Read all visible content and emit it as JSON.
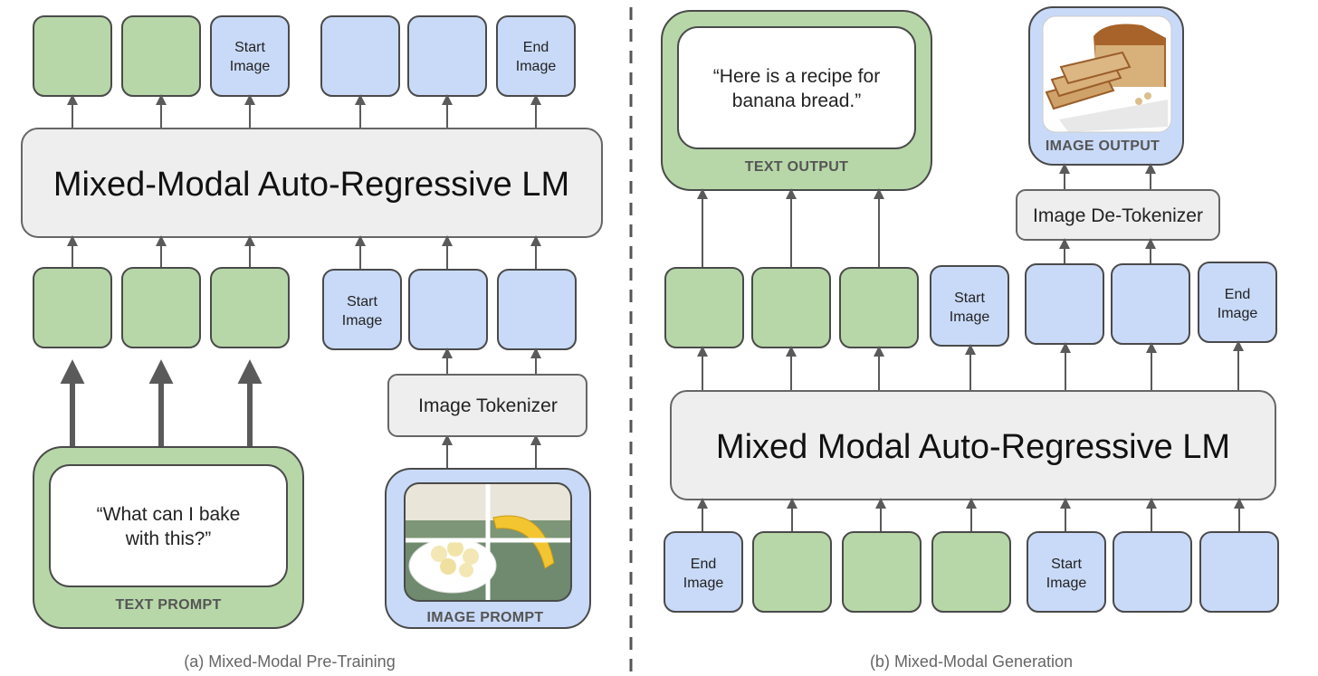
{
  "left": {
    "output_tokens": [
      {
        "color": "green",
        "text": ""
      },
      {
        "color": "green",
        "text": ""
      },
      {
        "color": "blue",
        "line1": "Start",
        "line2": "Image"
      },
      {
        "color": "blue",
        "text": ""
      },
      {
        "color": "blue",
        "text": ""
      },
      {
        "color": "blue",
        "line1": "End",
        "line2": "Image"
      }
    ],
    "lm_title": "Mixed-Modal Auto-Regressive LM",
    "input_tokens": [
      {
        "color": "green"
      },
      {
        "color": "green"
      },
      {
        "color": "green"
      },
      {
        "color": "blue",
        "line1": "Start",
        "line2": "Image"
      },
      {
        "color": "blue"
      },
      {
        "color": "blue"
      }
    ],
    "tokenizer_label": "Image Tokenizer",
    "text_prompt": {
      "line1": "“What can I bake",
      "line2": "with this?”",
      "label": "TEXT PROMPT"
    },
    "image_prompt": {
      "label": "IMAGE PROMPT"
    },
    "caption": "(a) Mixed-Modal Pre-Training"
  },
  "right": {
    "text_output": {
      "line1": "“Here is a recipe for",
      "line2": "banana bread.”",
      "label": "TEXT OUTPUT"
    },
    "image_output": {
      "label": "IMAGE OUTPUT"
    },
    "detokenizer_label": "Image De-Tokenizer",
    "upper_tokens": [
      {
        "color": "green"
      },
      {
        "color": "green"
      },
      {
        "color": "green"
      },
      {
        "color": "blue",
        "line1": "Start",
        "line2": "Image"
      },
      {
        "color": "blue"
      },
      {
        "color": "blue"
      },
      {
        "color": "blue",
        "line1": "End",
        "line2": "Image"
      }
    ],
    "lm_title": "Mixed Modal Auto-Regressive LM",
    "lower_tokens": [
      {
        "color": "blue",
        "line1": "End",
        "line2": "Image"
      },
      {
        "color": "green"
      },
      {
        "color": "green"
      },
      {
        "color": "green"
      },
      {
        "color": "blue",
        "line1": "Start",
        "line2": "Image"
      },
      {
        "color": "blue"
      },
      {
        "color": "blue"
      }
    ],
    "caption": "(b) Mixed-Modal Generation"
  },
  "colors": {
    "green": "#b7d7a8",
    "blue": "#c9daf8",
    "gray": "#eeeeee",
    "divider": "#555555"
  }
}
